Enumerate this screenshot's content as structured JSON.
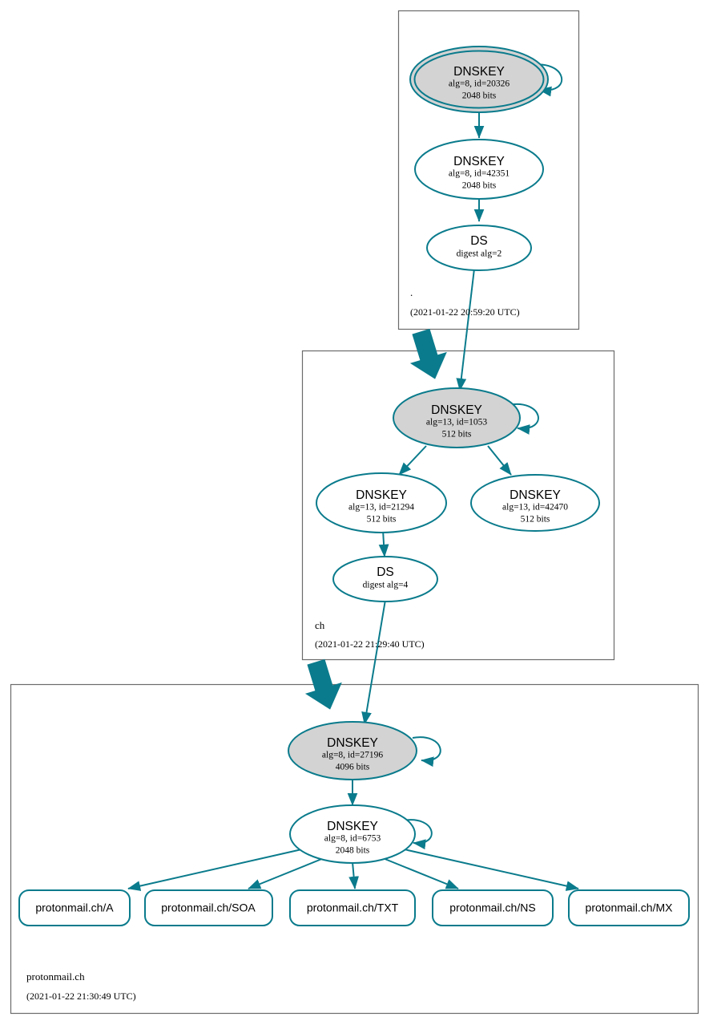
{
  "diagram": {
    "type": "dnssec-authentication-chain",
    "accent_color": "#0a7b8c",
    "secure_key_fill": "#d3d3d3",
    "plain_key_fill": "#ffffff",
    "zone_border_color": "#6b6b6b"
  },
  "zones": [
    {
      "id": "root",
      "label": ".",
      "timestamp": "(2021-01-22 20:59:20 UTC)",
      "nodes": [
        {
          "id": "root-ksk",
          "kind": "DNSKEY",
          "title": "DNSKEY",
          "line2": "alg=8, id=20326",
          "line3": "2048 bits",
          "alg": 8,
          "key_id": 20326,
          "bits": 2048,
          "trust_anchor": true,
          "shaded": true,
          "self_signed": true
        },
        {
          "id": "root-zsk",
          "kind": "DNSKEY",
          "title": "DNSKEY",
          "line2": "alg=8, id=42351",
          "line3": "2048 bits",
          "alg": 8,
          "key_id": 42351,
          "bits": 2048,
          "trust_anchor": false,
          "shaded": false,
          "self_signed": false
        },
        {
          "id": "root-ds-ch",
          "kind": "DS",
          "title": "DS",
          "line2": "digest alg=2",
          "digest_alg": 2
        }
      ]
    },
    {
      "id": "ch",
      "label": "ch",
      "timestamp": "(2021-01-22 21:29:40 UTC)",
      "nodes": [
        {
          "id": "ch-ksk",
          "kind": "DNSKEY",
          "title": "DNSKEY",
          "line2": "alg=13, id=1053",
          "line3": "512 bits",
          "alg": 13,
          "key_id": 1053,
          "bits": 512,
          "trust_anchor": false,
          "shaded": true,
          "self_signed": true
        },
        {
          "id": "ch-zsk-1",
          "kind": "DNSKEY",
          "title": "DNSKEY",
          "line2": "alg=13, id=21294",
          "line3": "512 bits",
          "alg": 13,
          "key_id": 21294,
          "bits": 512,
          "trust_anchor": false,
          "shaded": false,
          "self_signed": false
        },
        {
          "id": "ch-zsk-2",
          "kind": "DNSKEY",
          "title": "DNSKEY",
          "line2": "alg=13, id=42470",
          "line3": "512 bits",
          "alg": 13,
          "key_id": 42470,
          "bits": 512,
          "trust_anchor": false,
          "shaded": false,
          "self_signed": false
        },
        {
          "id": "ch-ds-protonmail",
          "kind": "DS",
          "title": "DS",
          "line2": "digest alg=4",
          "digest_alg": 4
        }
      ]
    },
    {
      "id": "protonmail",
      "label": "protonmail.ch",
      "timestamp": "(2021-01-22 21:30:49 UTC)",
      "nodes": [
        {
          "id": "pm-ksk",
          "kind": "DNSKEY",
          "title": "DNSKEY",
          "line2": "alg=8, id=27196",
          "line3": "4096 bits",
          "alg": 8,
          "key_id": 27196,
          "bits": 4096,
          "trust_anchor": false,
          "shaded": true,
          "self_signed": true
        },
        {
          "id": "pm-zsk",
          "kind": "DNSKEY",
          "title": "DNSKEY",
          "line2": "alg=8, id=6753",
          "line3": "2048 bits",
          "alg": 8,
          "key_id": 6753,
          "bits": 2048,
          "trust_anchor": false,
          "shaded": false,
          "self_signed": true
        }
      ],
      "rrsets": [
        {
          "id": "rrset-a",
          "label": "protonmail.ch/A"
        },
        {
          "id": "rrset-soa",
          "label": "protonmail.ch/SOA"
        },
        {
          "id": "rrset-txt",
          "label": "protonmail.ch/TXT"
        },
        {
          "id": "rrset-ns",
          "label": "protonmail.ch/NS"
        },
        {
          "id": "rrset-mx",
          "label": "protonmail.ch/MX"
        }
      ]
    }
  ]
}
